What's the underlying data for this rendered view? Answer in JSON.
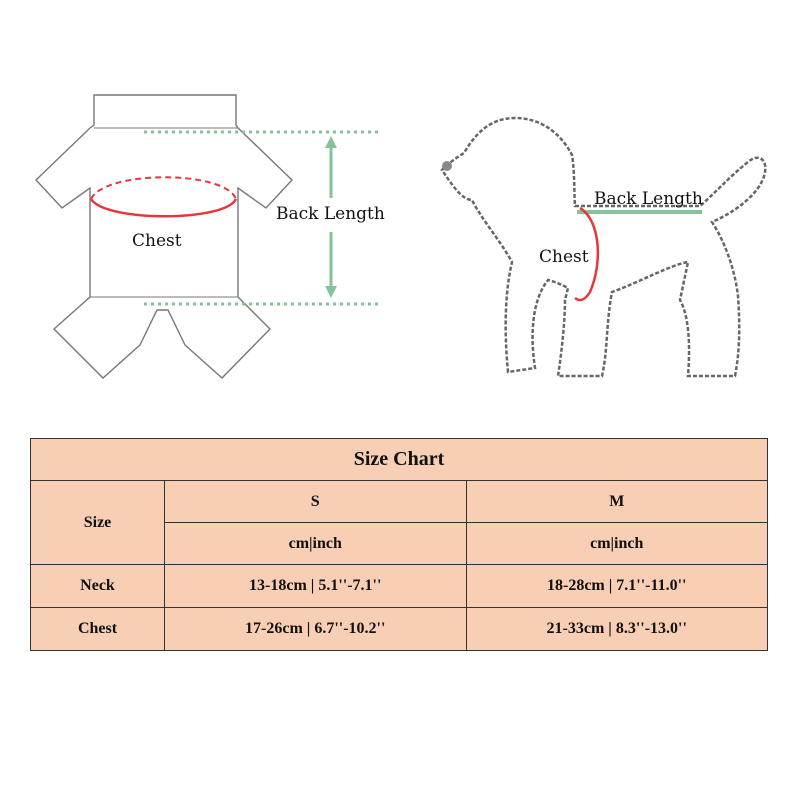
{
  "shirt_diagram": {
    "chest_label": "Chest",
    "back_length_label": "Back Length"
  },
  "dog_diagram": {
    "chest_label": "Chest",
    "back_length_label": "Back Length"
  },
  "size_chart": {
    "title": "Size Chart",
    "row_header": "Size",
    "sizes": [
      "S",
      "M"
    ],
    "units": [
      "cm|inch",
      "cm|inch"
    ],
    "rows": [
      {
        "label": "Neck",
        "values": [
          "13-18cm | 5.1''-7.1''",
          "18-28cm | 7.1''-11.0''"
        ]
      },
      {
        "label": "Chest",
        "values": [
          "17-26cm | 6.7''-10.2''",
          "21-33cm | 8.3''-13.0''"
        ]
      }
    ]
  },
  "colors": {
    "table_background": "#f8cfb5",
    "chest_line": "#e8363b",
    "back_length_line": "#86c29a",
    "outline": "#666666"
  }
}
